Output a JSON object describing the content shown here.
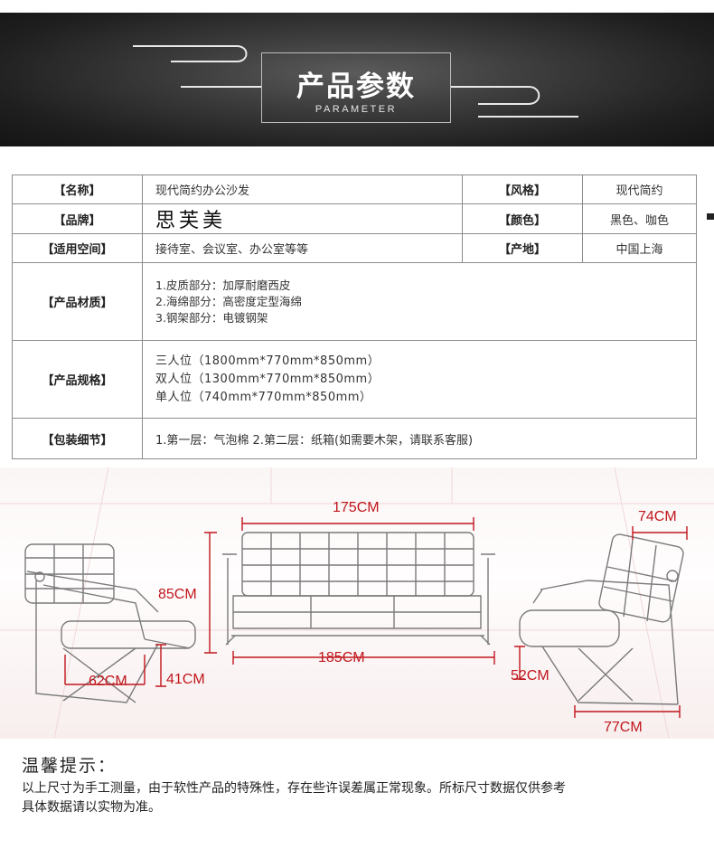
{
  "banner": {
    "title": "产品参数",
    "subtitle": "PARAMETER"
  },
  "params": {
    "name_label": "【名称】",
    "name_value": "现代简约办公沙发",
    "style_label": "【风格】",
    "style_value": "现代简约",
    "brand_label": "【品牌】",
    "brand_value": "思芙美",
    "color_label": "【颜色】",
    "color_value": "黑色、咖色",
    "space_label": "【适用空间】",
    "space_value": "接待室、会议室、办公室等等",
    "origin_label": "【产地】",
    "origin_value": "中国上海",
    "material_label": "【产品材质】",
    "material_items": [
      "1.皮质部分：加厚耐磨西皮",
      "2.海绵部分：高密度定型海绵",
      "3.钢架部分：电镀钢架"
    ],
    "spec_label": "【产品规格】",
    "spec_items": [
      "三人位（1800mm*770mm*850mm）",
      "双人位（1300mm*770mm*850mm）",
      "单人位（740mm*770mm*850mm）"
    ],
    "pack_label": "【包装细节】",
    "pack_value": "1.第一层：气泡棉 2.第二层：纸箱(如需要木架，请联系客服)"
  },
  "dimensions": {
    "top_width": "175CM",
    "height": "85CM",
    "bottom_width": "185CM",
    "left_depth": "62CM",
    "seat_height": "41CM",
    "single_width": "74CM",
    "single_seat": "52CM",
    "single_depth": "77CM",
    "accent_color": "#c0161c"
  },
  "notes": {
    "title": "温馨提示：",
    "line1": "以上尺寸为手工测量，由于软性产品的特殊性，存在些许误差属正常现象。所标尺寸数据仅供参考",
    "line2": "具体数据请以实物为准。"
  }
}
